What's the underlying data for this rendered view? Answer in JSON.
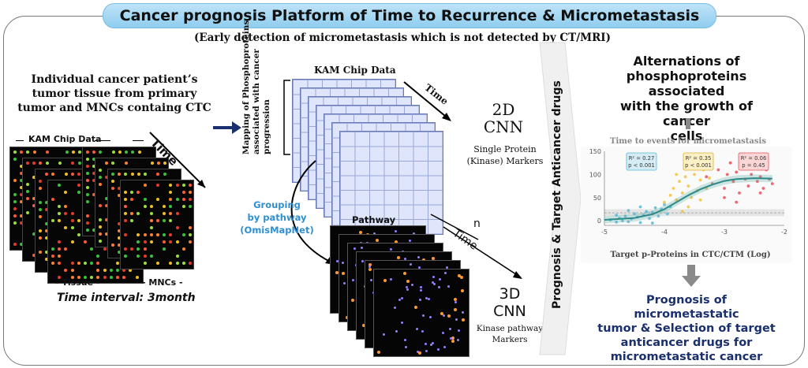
{
  "title": "Cancer prognosis Platform of Time to Recurrence & Micrometastasis",
  "subtitle": "(Early detection of micrometastasis which is not detected by CT/MRI)",
  "left": {
    "heading_lines": [
      "Individual cancer patient’s",
      "tumor tissue from primary",
      "tumor and MNCs containg CTC"
    ],
    "chip_label": "KAM Chip Data",
    "time_label": "Time",
    "tissue_label": "- Tissue -",
    "mncs_label": "- MNCs -",
    "interval": "Time interval: 3month"
  },
  "middle": {
    "mapping_lines": [
      "Mapping of Phosphoproteins",
      "associated with cancer",
      "progression"
    ],
    "chip_label": "KAM Chip Data",
    "time_label": "Time",
    "cnn2d_lines": [
      "2D",
      "CNN"
    ],
    "marker2d_lines": [
      "Single Protein",
      "(Kinase) Markers"
    ],
    "grouping_lines": [
      "Grouping",
      "by pathway",
      "(OmisMapNet)"
    ],
    "pathway_label": "Pathway",
    "time2_label": "Time",
    "n_label": "n",
    "cnn3d_lines": [
      "3D",
      "CNN"
    ],
    "marker3d_lines": [
      "Kinase pathway",
      "Markers"
    ]
  },
  "divider_label": "Prognosis & Target Anticancer drugs",
  "right": {
    "alt_lines": [
      "Alternations of",
      "phosphoproteins associated",
      "with the growth of cancer",
      "cells"
    ],
    "chart_caption": "Time to events for micrometastasis",
    "prognosis_lines": [
      "Prognosis of micrometastatic",
      "tumor & Selection of target",
      "anticancer drugs for",
      "micrometastatic cancer"
    ]
  },
  "colors": {
    "accent_blue": "#1a2f6e",
    "grouping_blue": "#2f8fd0",
    "scatter_blue": "#58b8d8",
    "scatter_yellow": "#f0c23c",
    "scatter_red": "#e8505a",
    "fit_line": "#2e8a8a"
  },
  "chart_data": {
    "type": "scatter",
    "xlabel": "Target p-Proteins in CTC/CTM (Log)",
    "ylabel": "",
    "xlim": [
      -5,
      -2
    ],
    "ylim": [
      -10,
      150
    ],
    "xticks": [
      -5,
      -4,
      -3,
      -2
    ],
    "yticks": [
      0,
      50,
      100,
      150
    ],
    "grid": false,
    "series": [
      {
        "color": "blue",
        "points": [
          [
            -4.9,
            2
          ],
          [
            -4.8,
            -3
          ],
          [
            -4.75,
            6
          ],
          [
            -4.7,
            0
          ],
          [
            -4.65,
            10
          ],
          [
            -4.6,
            -2
          ],
          [
            -4.55,
            4
          ],
          [
            -4.5,
            15
          ],
          [
            -4.45,
            8
          ],
          [
            -4.4,
            -4
          ],
          [
            -4.35,
            12
          ],
          [
            -4.3,
            20
          ],
          [
            -4.25,
            5
          ],
          [
            -4.2,
            18
          ],
          [
            -4.15,
            28
          ],
          [
            -4.1,
            10
          ],
          [
            -4.05,
            25
          ],
          [
            -4.0,
            35
          ],
          [
            -3.95,
            15
          ],
          [
            -3.9,
            30
          ],
          [
            -4.6,
            22
          ],
          [
            -4.4,
            30
          ],
          [
            -4.2,
            -5
          ],
          [
            -4.8,
            12
          ]
        ]
      },
      {
        "color": "yellow",
        "points": [
          [
            -4.0,
            40
          ],
          [
            -3.9,
            55
          ],
          [
            -3.85,
            70
          ],
          [
            -3.8,
            45
          ],
          [
            -3.75,
            85
          ],
          [
            -3.7,
            60
          ],
          [
            -3.65,
            95
          ],
          [
            -3.6,
            75
          ],
          [
            -3.55,
            50
          ],
          [
            -3.5,
            100
          ],
          [
            -3.45,
            65
          ],
          [
            -3.4,
            88
          ],
          [
            -3.35,
            110
          ],
          [
            -3.3,
            70
          ],
          [
            -3.25,
            92
          ],
          [
            -3.6,
            30
          ],
          [
            -3.8,
            100
          ],
          [
            -3.5,
            120
          ],
          [
            -3.7,
            20
          ],
          [
            -3.4,
            45
          ]
        ]
      },
      {
        "color": "red",
        "points": [
          [
            -3.3,
            95
          ],
          [
            -3.2,
            80
          ],
          [
            -3.1,
            110
          ],
          [
            -3.0,
            70
          ],
          [
            -2.95,
            100
          ],
          [
            -2.9,
            125
          ],
          [
            -2.85,
            85
          ],
          [
            -2.8,
            105
          ],
          [
            -2.75,
            60
          ],
          [
            -2.7,
            115
          ],
          [
            -2.65,
            90
          ],
          [
            -2.6,
            75
          ],
          [
            -2.55,
            100
          ],
          [
            -2.5,
            120
          ],
          [
            -2.45,
            85
          ],
          [
            -2.4,
            95
          ],
          [
            -2.35,
            70
          ],
          [
            -2.3,
            110
          ],
          [
            -2.25,
            90
          ],
          [
            -2.2,
            80
          ],
          [
            -3.0,
            50
          ],
          [
            -2.6,
            130
          ],
          [
            -2.8,
            40
          ],
          [
            -2.4,
            60
          ]
        ]
      }
    ],
    "fit": [
      [
        -5,
        2
      ],
      [
        -4.5,
        6
      ],
      [
        -4.2,
        14
      ],
      [
        -4.0,
        25
      ],
      [
        -3.8,
        40
      ],
      [
        -3.6,
        55
      ],
      [
        -3.4,
        68
      ],
      [
        -3.2,
        78
      ],
      [
        -3.0,
        86
      ],
      [
        -2.8,
        90
      ],
      [
        -2.5,
        92
      ],
      [
        -2.2,
        91
      ]
    ],
    "annotations": [
      {
        "lines": [
          "R² = 0.27",
          "p < 0.001"
        ],
        "series": 0
      },
      {
        "lines": [
          "R² = 0.35",
          "p < 0.001"
        ],
        "series": 1
      },
      {
        "lines": [
          "R² = 0.06",
          "p = 0.45"
        ],
        "series": 2
      }
    ]
  }
}
